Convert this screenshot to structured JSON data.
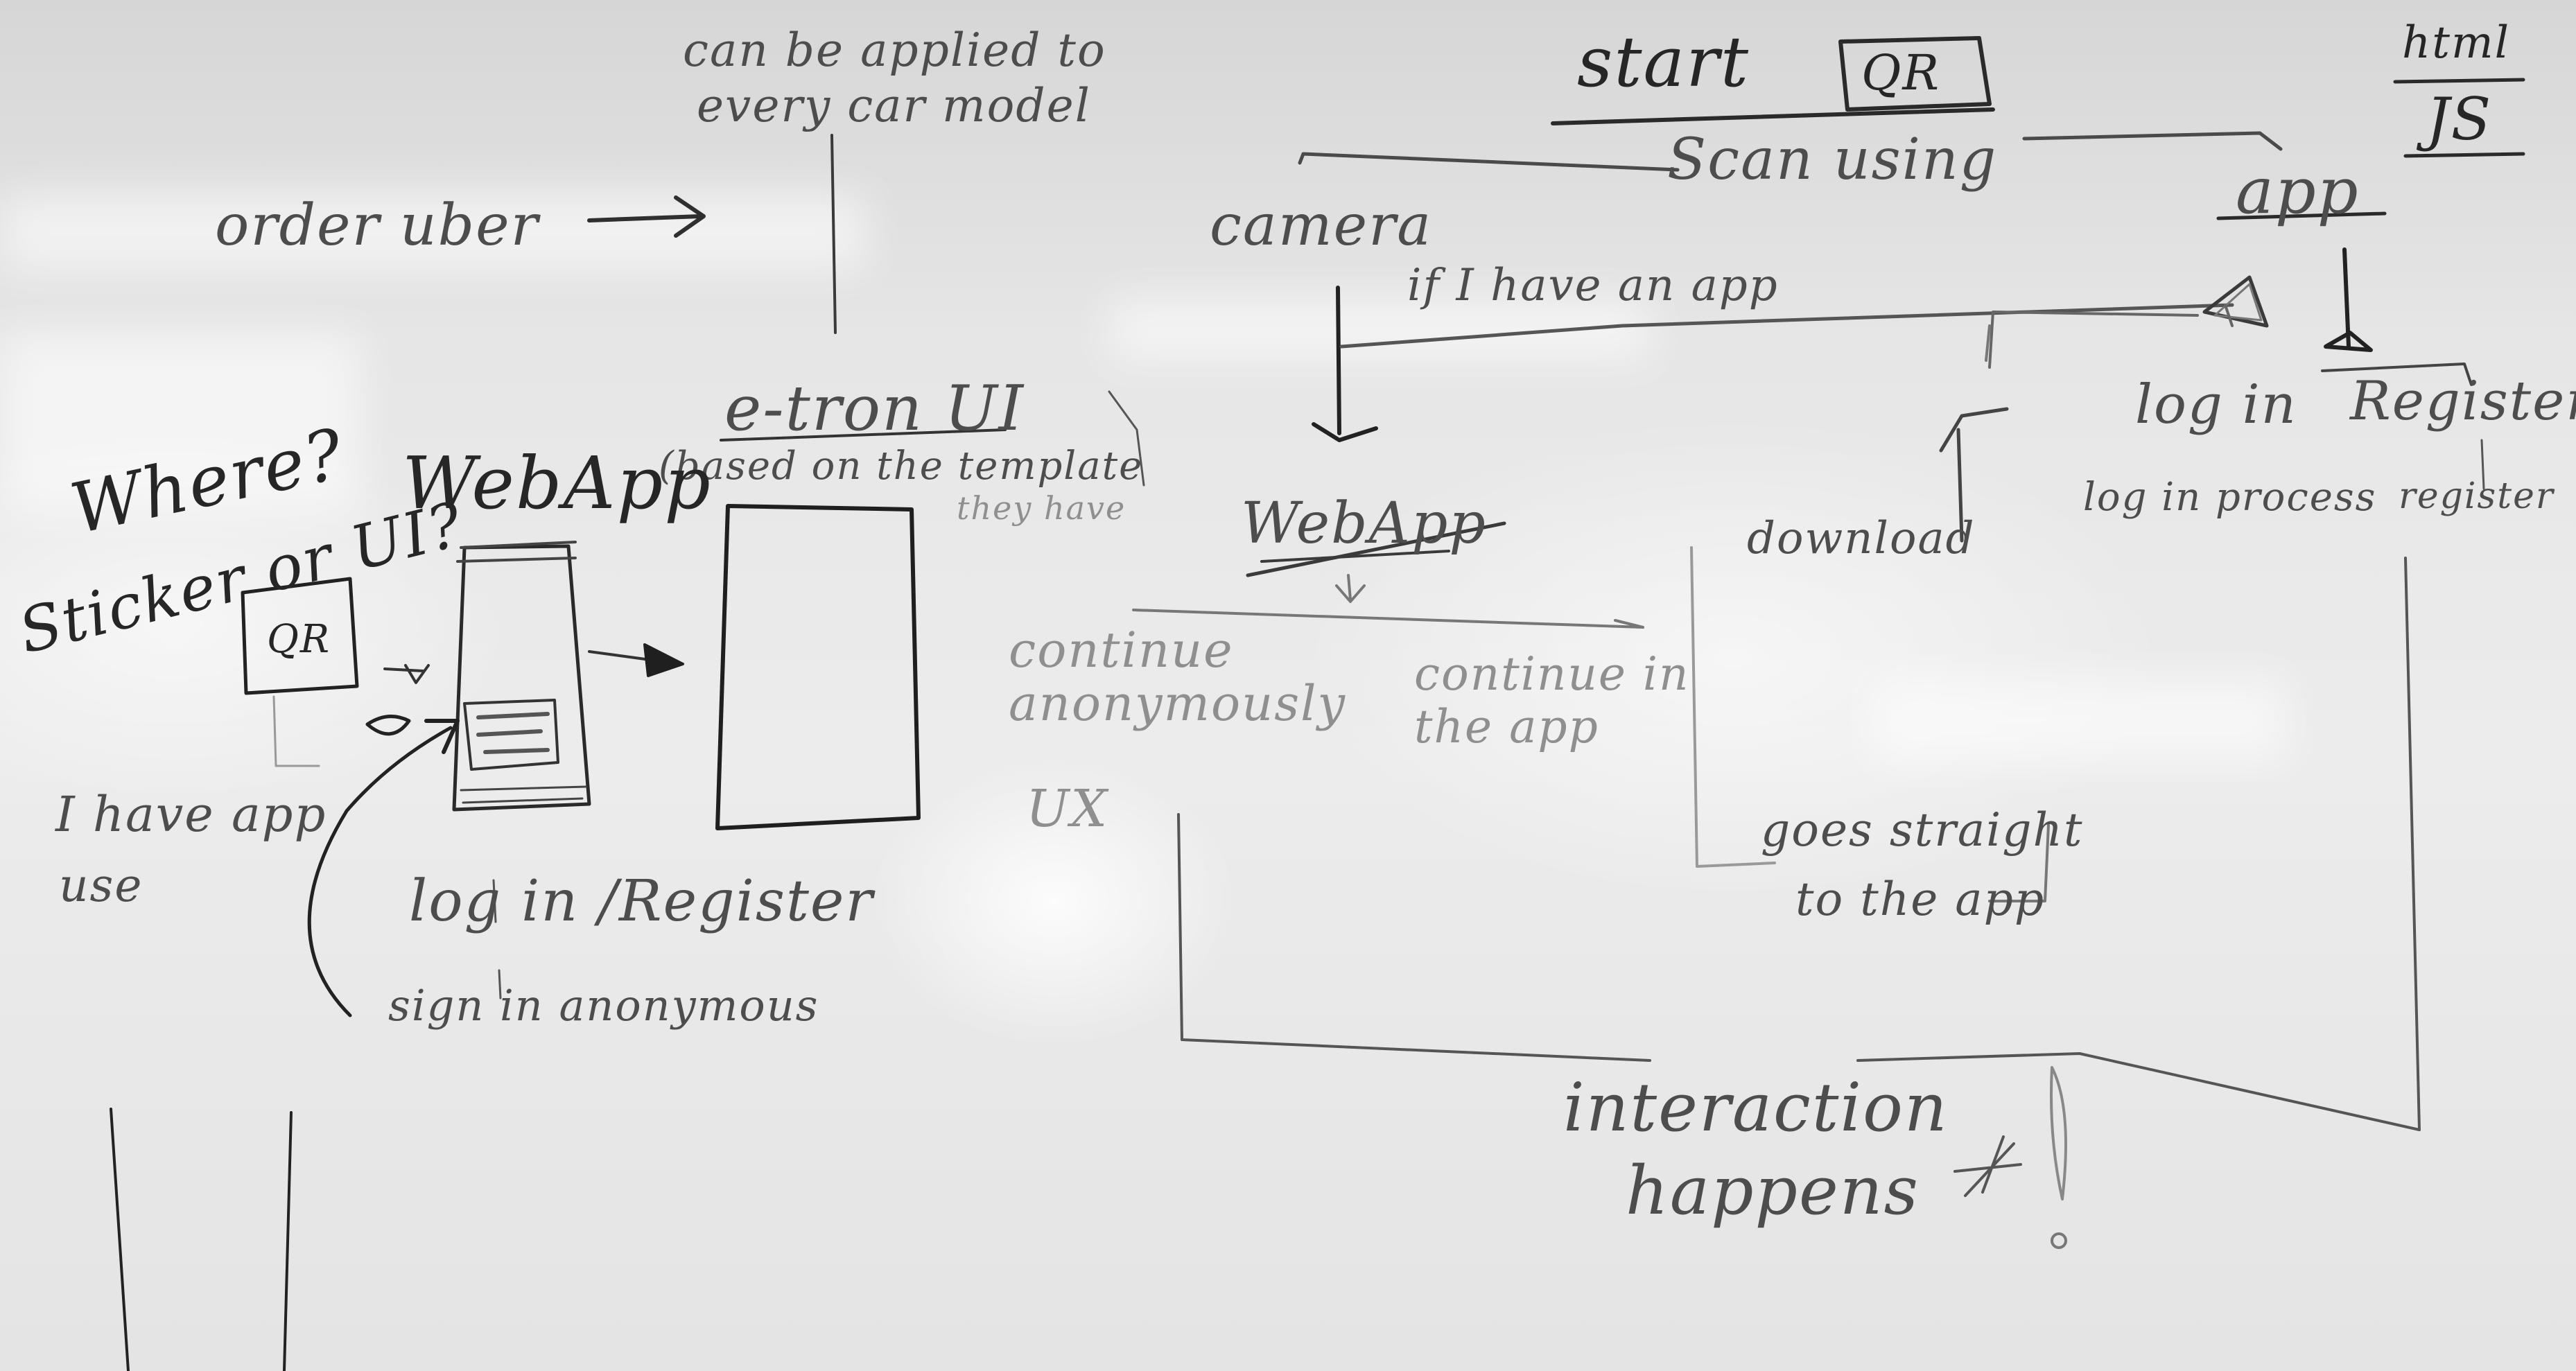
{
  "labels": {
    "can_be_applied": "can be applied to",
    "every_car_model": "every car model",
    "order_uber": "order uber",
    "start": "start",
    "qr_top": "QR",
    "html": "html",
    "js": "JS",
    "scan_using": "Scan using",
    "camera": "camera",
    "app": "app",
    "if_i_have_app": "if I have an app",
    "etron_ui": "e-tron UI",
    "based_on_template": "(based on the template",
    "they_have": "they have",
    "where": "Where?",
    "sticker_or_ui": "Sticker or UI?",
    "webapp_left": "WebApp",
    "qr_left": "QR",
    "i_have_app": "I have app",
    "use": "use",
    "login_register_left": "log in /Register",
    "sign_in_anonymous": "sign in anonymous",
    "webapp_mid": "WebApp",
    "continue_anonymously": "continue anonymously",
    "continue_in_app": "continue in the app",
    "ux": "UX",
    "download": "download",
    "goes_straight": "goes straight",
    "to_the_app": "to the app",
    "login_right": "log in",
    "register_right": "Register",
    "login_process": "log in process",
    "register_small": "register",
    "interaction": "interaction",
    "happens": "happens",
    "exclaim": "!"
  }
}
